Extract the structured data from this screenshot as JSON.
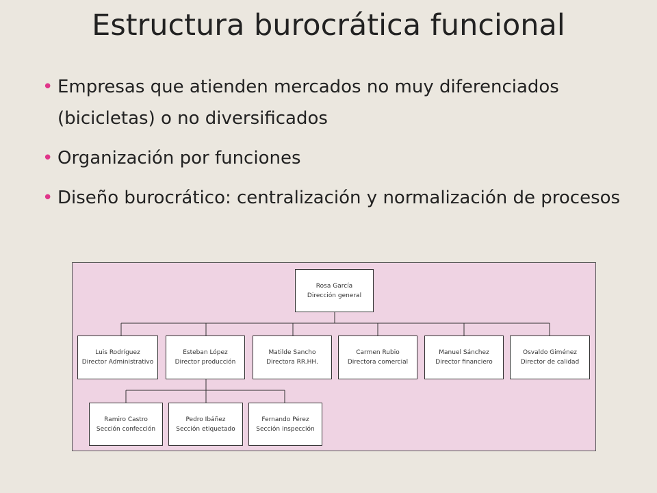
{
  "title": "Estructura burocrática funcional",
  "bullets": [
    "Empresas que atienden mercados no muy diferenciados (bicicletas) o no diversificados",
    "Organización por funciones",
    "Diseño burocrático: centralización y normalización de procesos"
  ],
  "bullet_symbol": "•",
  "colors": {
    "background": "#ebe7df",
    "bullet": "#e0368a",
    "chart_bg": "#efd3e3"
  },
  "org": {
    "root": {
      "name": "Rosa García",
      "role": "Dirección general"
    },
    "directors": [
      {
        "name": "Luis Rodríguez",
        "role": "Director Administrativo"
      },
      {
        "name": "Esteban López",
        "role": "Director producción"
      },
      {
        "name": "Matilde Sancho",
        "role": "Directora RR.HH."
      },
      {
        "name": "Carmen Rubio",
        "role": "Directora comercial"
      },
      {
        "name": "Manuel Sánchez",
        "role": "Director financiero"
      },
      {
        "name": "Osvaldo Giménez",
        "role": "Director de calidad"
      }
    ],
    "sections": [
      {
        "name": "Ramiro Castro",
        "role": "Sección confección"
      },
      {
        "name": "Pedro Ibáñez",
        "role": "Sección etiquetado"
      },
      {
        "name": "Fernando Pérez",
        "role": "Sección inspección"
      }
    ]
  }
}
